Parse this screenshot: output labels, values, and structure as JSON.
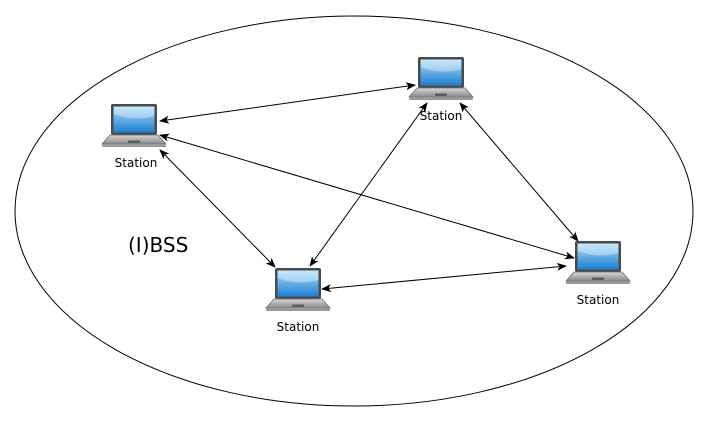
{
  "network": {
    "label": "(I)BSS",
    "stations": [
      {
        "id": "s1",
        "label": "Station"
      },
      {
        "id": "s2",
        "label": "Station"
      },
      {
        "id": "s3",
        "label": "Station"
      },
      {
        "id": "s4",
        "label": "Station"
      }
    ],
    "links": [
      {
        "from": "s1",
        "to": "s2"
      },
      {
        "from": "s1",
        "to": "s3"
      },
      {
        "from": "s1",
        "to": "s4"
      },
      {
        "from": "s2",
        "to": "s3"
      },
      {
        "from": "s2",
        "to": "s4"
      },
      {
        "from": "s3",
        "to": "s4"
      }
    ]
  },
  "colors": {
    "screen_top": "#a9dcf8",
    "screen_bottom": "#1e7fd2",
    "laptop_body": "#9a9a9a",
    "laptop_frame": "#4a4a4a"
  }
}
